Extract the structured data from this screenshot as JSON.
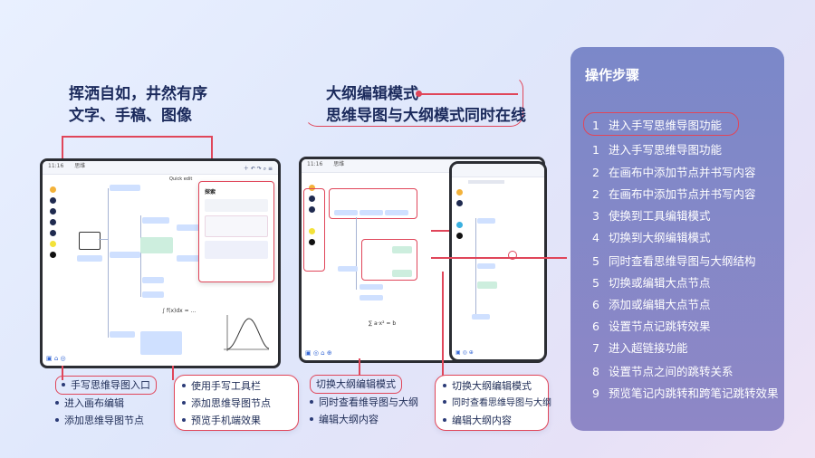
{
  "left_heading": {
    "line1": "挥洒自如，井然有序",
    "line2": "文字、手稿、图像"
  },
  "right_heading": {
    "line1": "大纲编辑模式",
    "line2": "思维导图与大纲模式同时在线"
  },
  "tablet1": {
    "status": "11:16",
    "title": "思维",
    "panel_title": "探索",
    "canvas_note": "Quick edit"
  },
  "tablet2": {
    "status": "11:16",
    "title": "思维"
  },
  "callouts": {
    "group1": [
      "手写思维导图入口",
      "进入画布编辑",
      "添加思维导图节点"
    ],
    "group2": [
      "使用手写工具栏",
      "添加思维导图节点",
      "预览手机端效果"
    ],
    "group3": [
      "切换大纲编辑模式",
      "同时查看维导图与大纲",
      "编辑大纲内容"
    ],
    "group4": [
      "切换大纲编辑模式",
      "同时查看思维导图与大纲",
      "编辑大纲内容"
    ]
  },
  "steps_panel": {
    "title": "操作步骤",
    "steps": [
      {
        "num": "1",
        "text": "进入手写思维导图功能"
      },
      {
        "num": "1",
        "text": "进入手写思维导图功能"
      },
      {
        "num": "2",
        "text": "在画布中添加节点并书写内容"
      },
      {
        "num": "2",
        "text": "在画布中添加节点并书写内容"
      },
      {
        "num": "3",
        "text": "使换到工具编辑模式"
      },
      {
        "num": "4",
        "text": "切换到大纲编辑模式"
      },
      {
        "num": "5",
        "text": "同时查看思维导图与大纲结构"
      },
      {
        "num": "5",
        "text": "切换或编辑大点节点"
      },
      {
        "num": "6",
        "text": "添加或编辑大点节点"
      },
      {
        "num": "6",
        "text": "设置节点记跳转效果"
      },
      {
        "num": "7",
        "text": "进入超链接功能"
      },
      {
        "num": "8",
        "text": "设置节点之间的跳转关系"
      },
      {
        "num": "9",
        "text": "预览笔记内跳转和跨笔记跳转效果"
      }
    ]
  },
  "colors": {
    "accent_red": "#e0465a",
    "navy": "#1b2a5c",
    "panel": "#7b88c9"
  }
}
